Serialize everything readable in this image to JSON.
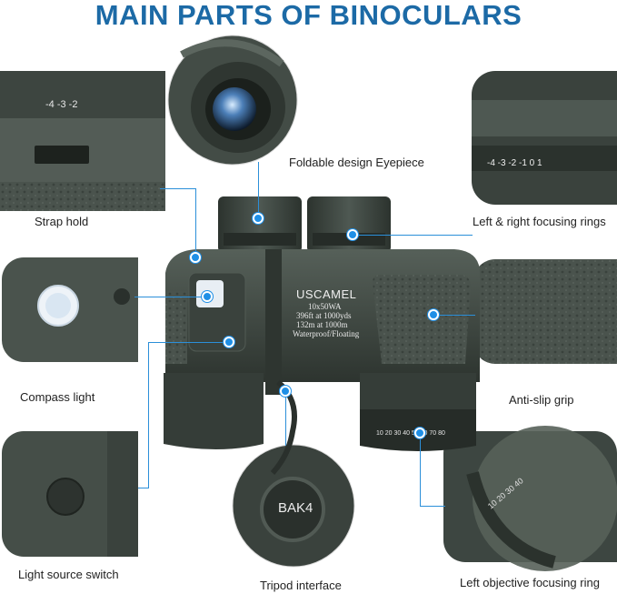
{
  "title": "MAIN PARTS OF BINOCULARS",
  "labels": {
    "eyepiece": "Foldable design Eyepiece",
    "strap": "Strap hold",
    "focusing_rings": "Left & right focusing rings",
    "compass_light": "Compass light",
    "grip": "Anti-slip grip",
    "light_switch": "Light source switch",
    "tripod": "Tripod interface",
    "objective_ring": "Left objective focusing ring"
  },
  "product": {
    "brand": "USCAMEL",
    "model": "10x50WA",
    "spec_1": "396ft at 1000yds",
    "spec_2": "132m at 1000m",
    "spec_3": "Waterproof/Floating",
    "bak": "BAK4"
  },
  "colors": {
    "title": "#1c6aa6",
    "accent": "#1f8fe6",
    "body": "#3e4741"
  }
}
